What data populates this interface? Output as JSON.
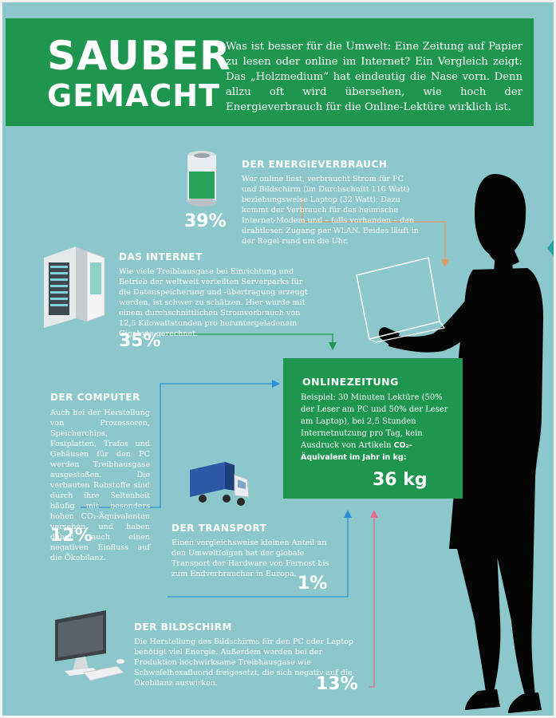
{
  "header": {
    "title_line1": "SAUBER",
    "title_line2": "GEMACHT",
    "intro": "Was ist besser für die Umwelt: Eine Zeitung auf Papier zu lesen oder online im Internet? Ein Vergleich zeigt: Das „Holzmedium“ hat eindeutig die Nase vorn. Denn allzu oft wird übersehen, wie hoch der Energieverbrauch für die Online-Lektüre wirklich ist."
  },
  "sections": {
    "energie": {
      "title": "DER ENERGIEVERBRAUCH",
      "text": "Wer online liest, verbraucht Strom für PC und Bildschirm (im Durchschnitt 110 Watt) beziehungsweise Laptop (32 Watt). Dazu kommt der Verbrauch für das heimische Internet-Modem und – falls vorhanden – den drahtlosen Zugang per WLAN. Beides läuft in der Regel rund um die Uhr.",
      "percent": "39%"
    },
    "internet": {
      "title": "DAS INTERNET",
      "text": "Wie viele Treibhausgase bei Einrichtung und Betrieb der weltweit verteilten Serverparks für die Datenspeicherung und -übertragung erzeugt werden, ist schwer zu schätzen. Hier wurde mit einem durchschnittlichen Stromverbrauch von 12,5 Kilowattstunden pro heruntergeladenem Gigabyte gerechnet.",
      "percent": "35%"
    },
    "computer": {
      "title": "DER COMPUTER",
      "text": "Auch bei der Herstellung von Prozessoren, Speicherchips, Festplatten, Trafos und Gehäusen für den PC werden Treibhausgase ausgestoßen. Die verbauten Rohstoffe sind durch ihre Seltenheit häufig mit besonders hohen CO₂-Äquivalenten versehen und haben daher auch einen negativen Einfluss auf die Ökobilanz.",
      "percent": "12%"
    },
    "transport": {
      "title": "DER TRANSPORT",
      "text": "Einen vergleichsweise kleinen Anteil an den Umweltfolgen hat der globale Transport der Hardware von Fernost bis zum Endverbraucher in Europa.",
      "percent": "1%"
    },
    "bildschirm": {
      "title": "DER BILDSCHIRM",
      "text": "Die Herstellung des Bildschirms für den PC oder Laptop benötigt viel Energie. Außerdem werden bei der Produktion hochwirksame Treibhausgase wie Schwefelhexafluorid freigesetzt, die sich negativ auf die Ökobilanz auswirken.",
      "percent": "13%"
    }
  },
  "online": {
    "title": "ONLINEZEITUNG",
    "text": "Beispiel: 30 Minuten Lektüre (50% der Leser am PC und 50% der Leser am Laptop), bei 2,5 Stunden Internetnutzung pro Tag, kein Ausdruck von Artikeln",
    "co2_label": "CO₂-Äquivalent im Jahr in kg:",
    "value": "36 kg"
  },
  "colors": {
    "background": "#8cc7cc",
    "green": "#1f9650",
    "arrow_energie": "#e29a63",
    "arrow_internet": "#1f9650",
    "arrow_blue": "#2b8fd6",
    "arrow_bildschirm": "#e46d8f"
  },
  "icons": [
    "battery-icon",
    "server-rack-icon",
    "truck-icon",
    "desktop-computer-icon",
    "woman-laptop-silhouette"
  ]
}
